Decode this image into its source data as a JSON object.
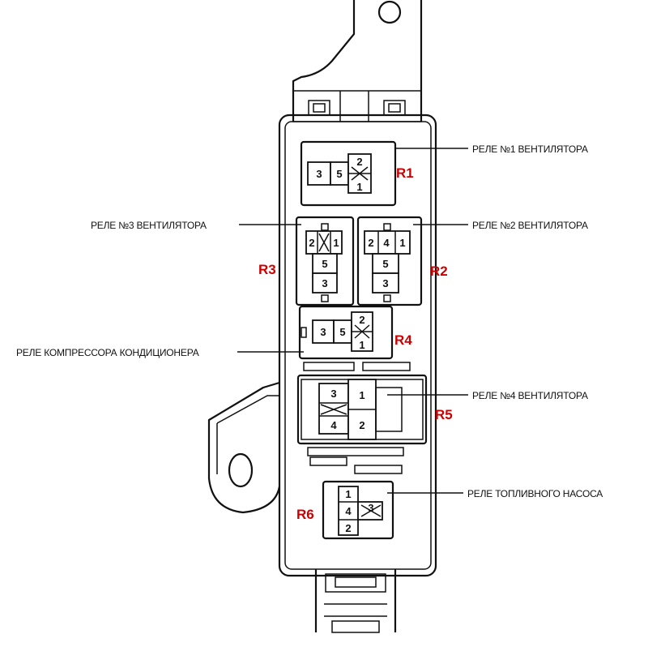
{
  "relays": {
    "r1": {
      "tag": "R1",
      "label": "РЕЛЕ №1 ВЕНТИЛЯТОРА",
      "pins": [
        "3",
        "5",
        "2",
        "1"
      ]
    },
    "r2": {
      "tag": "R2",
      "label": "РЕЛЕ №2 ВЕНТИЛЯТОРА",
      "pins": [
        "2",
        "4",
        "1",
        "5",
        "3"
      ]
    },
    "r3": {
      "tag": "R3",
      "label": "РЕЛЕ №3 ВЕНТИЛЯТОРА",
      "pins": [
        "2",
        "1",
        "5",
        "3"
      ]
    },
    "r4": {
      "tag": "R4",
      "label": "РЕЛЕ КОМПРЕССОРА КОНДИЦИОНЕРА",
      "pins": [
        "3",
        "5",
        "2",
        "1"
      ]
    },
    "r5": {
      "tag": "R5",
      "label": "РЕЛЕ №4 ВЕНТИЛЯТОРА",
      "pins": [
        "3",
        "4",
        "1",
        "2"
      ]
    },
    "r6": {
      "tag": "R6",
      "label": "РЕЛЕ ТОПЛИВНОГО НАСОСА",
      "pins": [
        "1",
        "4",
        "3",
        "2"
      ]
    }
  },
  "colors": {
    "line": "#111111",
    "tag": "#cc0000",
    "background": "#ffffff"
  }
}
